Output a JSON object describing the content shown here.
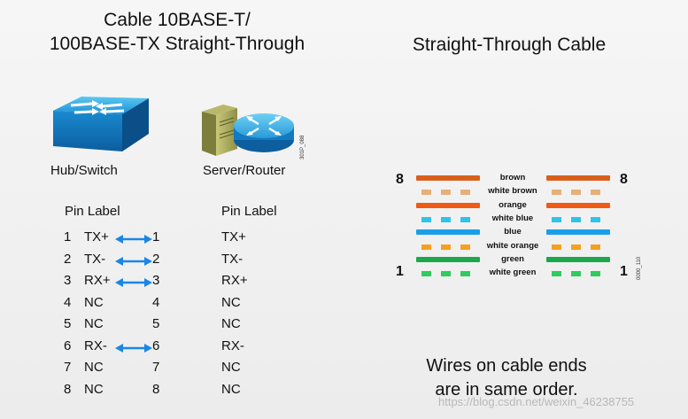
{
  "left_title": {
    "line1": "Cable 10BASE-T/",
    "line2": "100BASE-TX Straight-Through"
  },
  "right_title": "Straight-Through Cable",
  "devices": {
    "hub": "Hub/Switch",
    "server": "Server/Router",
    "figure_code": "301P_088"
  },
  "pin_table": {
    "left_header": "Pin Label",
    "right_header": "Pin Label",
    "rows": [
      {
        "pin_left": "1",
        "label_left": "TX+",
        "arrow": true,
        "pin_right": "1",
        "label_right": "TX+"
      },
      {
        "pin_left": "2",
        "label_left": "TX-",
        "arrow": true,
        "pin_right": "2",
        "label_right": "TX-"
      },
      {
        "pin_left": "3",
        "label_left": "RX+",
        "arrow": true,
        "pin_right": "3",
        "label_right": "RX+"
      },
      {
        "pin_left": "4",
        "label_left": "NC",
        "arrow": false,
        "pin_right": "4",
        "label_right": "NC"
      },
      {
        "pin_left": "5",
        "label_left": "NC",
        "arrow": false,
        "pin_right": "5",
        "label_right": "NC"
      },
      {
        "pin_left": "6",
        "label_left": "RX-",
        "arrow": true,
        "pin_right": "6",
        "label_right": "RX-"
      },
      {
        "pin_left": "7",
        "label_left": "NC",
        "arrow": false,
        "pin_right": "7",
        "label_right": "NC"
      },
      {
        "pin_left": "8",
        "label_left": "NC",
        "arrow": false,
        "pin_right": "8",
        "label_right": "NC"
      }
    ]
  },
  "wires": {
    "top_number": "8",
    "bottom_number": "1",
    "code": "0000_110",
    "items": [
      {
        "label": "brown",
        "style": "solid",
        "color": "#d8601c"
      },
      {
        "label": "white brown",
        "style": "dashed",
        "color": "#e6b07a"
      },
      {
        "label": "orange",
        "style": "solid",
        "color": "#f05a14"
      },
      {
        "label": "white blue",
        "style": "dashed",
        "color": "#2ec3ea"
      },
      {
        "label": "blue",
        "style": "solid",
        "color": "#1a9ee8"
      },
      {
        "label": "white orange",
        "style": "dashed",
        "color": "#f5a020"
      },
      {
        "label": "green",
        "style": "solid",
        "color": "#1aa84a"
      },
      {
        "label": "white green",
        "style": "dashed",
        "color": "#2ecc5e"
      }
    ]
  },
  "note": {
    "line1": "Wires on cable ends",
    "line2": "are in same order."
  },
  "watermark": "https://blog.csdn.net/weixin_46238755"
}
